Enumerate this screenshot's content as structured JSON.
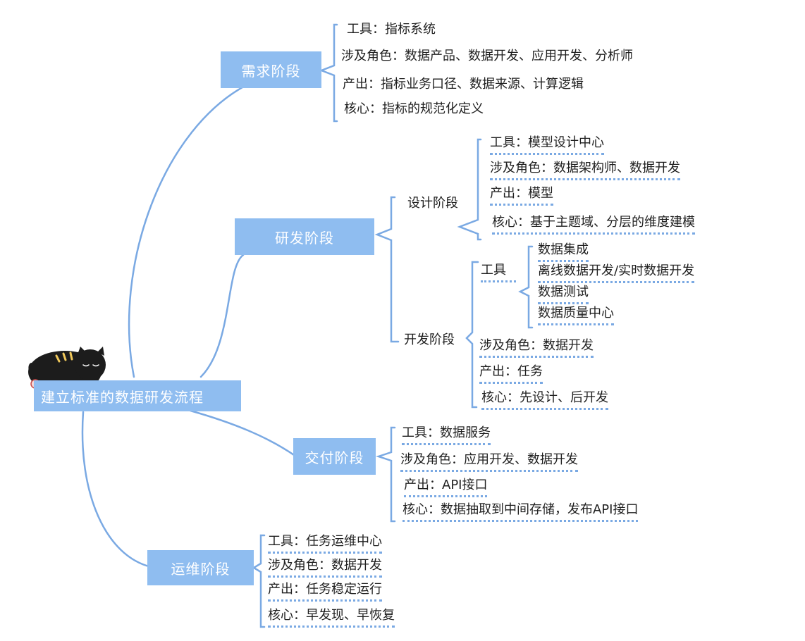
{
  "root": "建立标准的数据研发流程",
  "colors": {
    "accent": "#8fbdf0",
    "line": "#7aa9e3",
    "text": "#1f1f1f"
  },
  "stages": {
    "req": {
      "title": "需求阶段",
      "items": [
        "工具：指标系统",
        "涉及角色：数据产品、数据开发、应用开发、分析师",
        "产出：指标业务口径、数据来源、计算逻辑",
        "核心：指标的规范化定义"
      ]
    },
    "dev": {
      "title": "研发阶段",
      "design": {
        "title": "设计阶段",
        "items": [
          "工具：模型设计中心",
          "涉及角色：数据架构师、数据开发",
          "产出：模型",
          "核心：基于主题域、分层的维度建模"
        ]
      },
      "build": {
        "title": "开发阶段",
        "tool_label": "工具",
        "tools": [
          "数据集成",
          "离线数据开发/实时数据开发",
          "数据测试",
          "数据质量中心"
        ],
        "items": [
          "涉及角色：数据开发",
          "产出：任务",
          "核心：先设计、后开发"
        ]
      }
    },
    "deliver": {
      "title": "交付阶段",
      "items": [
        "工具：数据服务",
        "涉及角色：应用开发、数据开发",
        "产出：API接口",
        "核心：数据抽取到中间存储，发布API接口"
      ]
    },
    "ops": {
      "title": "运维阶段",
      "items": [
        "工具：任务运维中心",
        "涉及角色：数据开发",
        "产出：任务稳定运行",
        "核心：早发现、早恢复"
      ]
    }
  }
}
